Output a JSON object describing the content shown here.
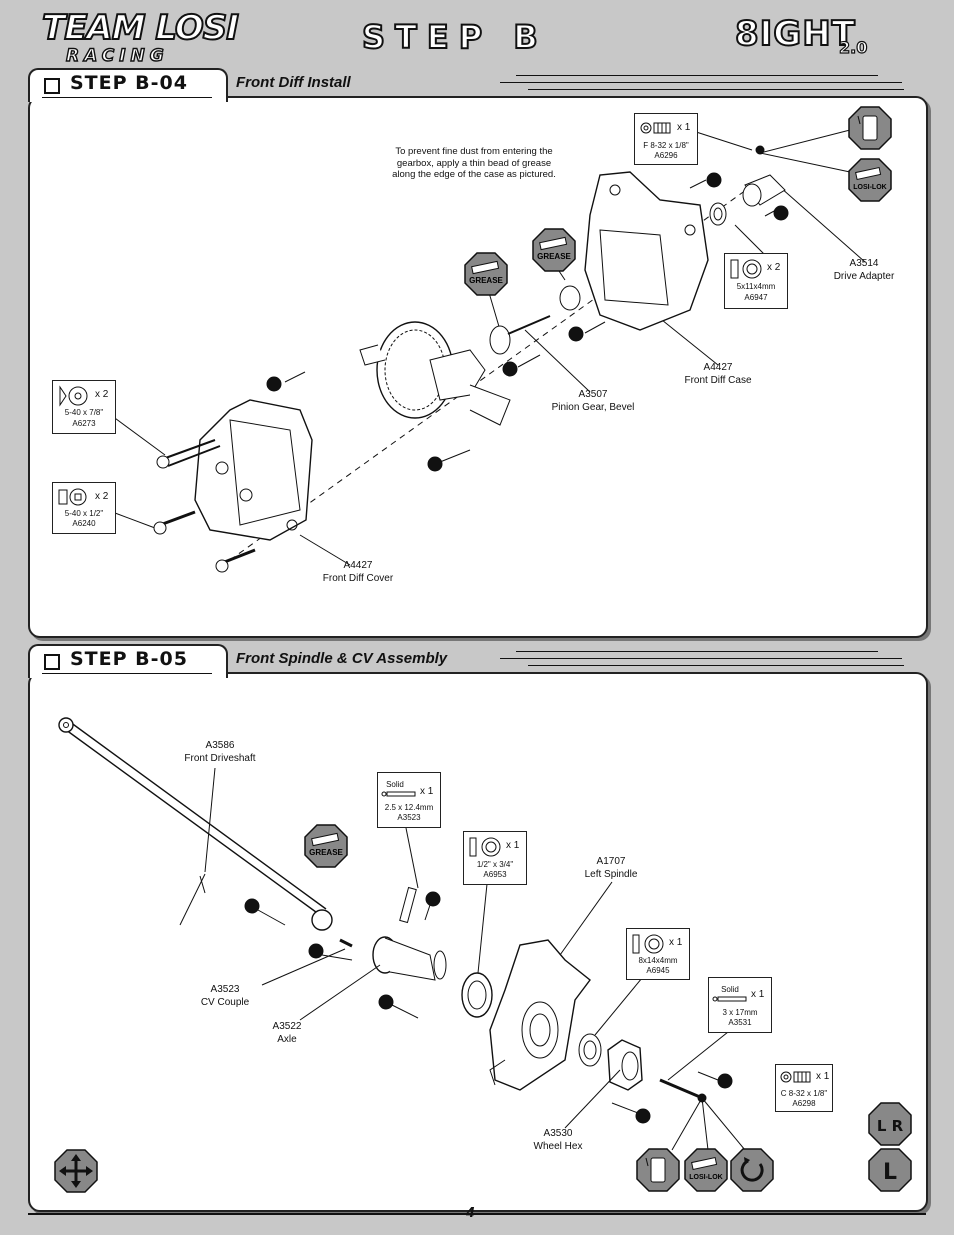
{
  "header": {
    "brand_line1": "TEAM LOSI",
    "brand_line2": "RACING",
    "step_title": "STEP B",
    "model_main": "8IGHT",
    "model_version": "2.0"
  },
  "step_b04": {
    "label": "STEP B-04",
    "subtitle": "Front Diff Install",
    "note": "To prevent fine dust from entering the gearbox, apply a thin bead of grease along the edge of the case as pictured.",
    "callouts": {
      "drive_adapter": [
        "A3514",
        "Drive Adapter"
      ],
      "front_diff_case": [
        "A4427",
        "Front Diff Case"
      ],
      "pinion_gear": [
        "A3507",
        "Pinion Gear, Bevel"
      ],
      "front_diff_cover": [
        "A4427",
        "Front Diff Cover"
      ]
    },
    "parts": [
      {
        "qty": "x 1",
        "size": "F 8-32 x 1/8\"",
        "part": "A6296"
      },
      {
        "qty": "x 2",
        "size": "5x11x4mm",
        "part": "A6947"
      },
      {
        "qty": "x 2",
        "size": "5-40 x 7/8\"",
        "part": "A6273"
      },
      {
        "qty": "x 2",
        "size": "5-40 x 1/2\"",
        "part": "A6240"
      }
    ],
    "badges": {
      "grease": "GREASE",
      "losilok": "LOSI-LOK"
    }
  },
  "step_b05": {
    "label": "STEP B-05",
    "subtitle": "Front Spindle & CV Assembly",
    "callouts": {
      "driveshaft": [
        "A3586",
        "Front Driveshaft"
      ],
      "cv_couple": [
        "A3523",
        "CV Couple"
      ],
      "axle": [
        "A3522",
        "Axle"
      ],
      "spindle": [
        "A1707",
        "Left Spindle"
      ],
      "wheel_hex": [
        "A3530",
        "Wheel Hex"
      ]
    },
    "parts": [
      {
        "kind": "Solid",
        "qty": "x 1",
        "size": "2.5 x 12.4mm",
        "part": "A3523"
      },
      {
        "qty": "x 1",
        "size": "1/2\" x 3/4\"",
        "part": "A6953"
      },
      {
        "qty": "x 1",
        "size": "8x14x4mm",
        "part": "A6945"
      },
      {
        "kind": "Solid",
        "qty": "x 1",
        "size": "3 x 17mm",
        "part": "A3531"
      },
      {
        "qty": "x 1",
        "size": "C 8-32 x 1/8\"",
        "part": "A6298"
      }
    ],
    "badges": {
      "grease": "GREASE",
      "losilok": "LOSI-LOK"
    }
  },
  "side_icons": {
    "left_right": "L R",
    "left": "L"
  },
  "page_number": "4"
}
